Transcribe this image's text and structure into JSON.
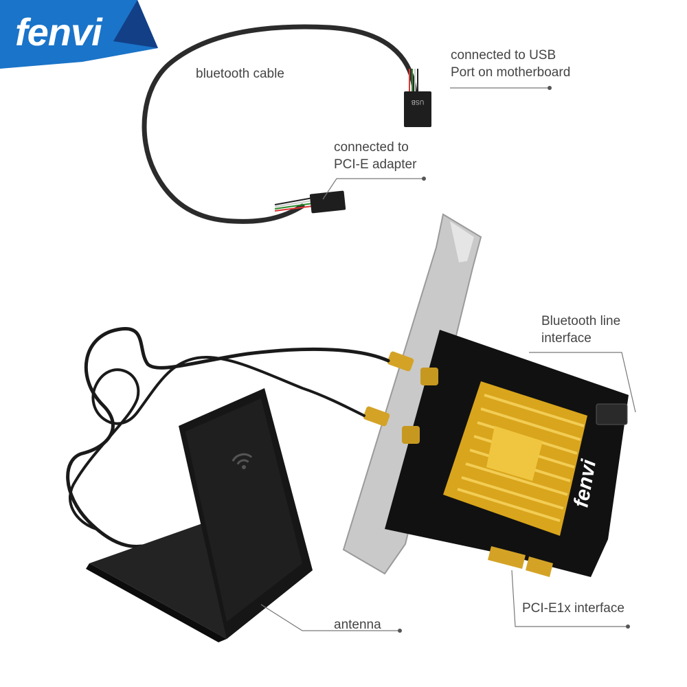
{
  "brand": {
    "logo_text": "fenvi",
    "logo_color": "#1a74c9",
    "logo_accent": "#123f86"
  },
  "callouts": {
    "bluetooth_cable": "bluetooth cable",
    "usb_port": [
      "connected to USB",
      "Port on motherboard"
    ],
    "pcie_adapter": [
      "connected to",
      "PCI-E adapter"
    ],
    "bluetooth_line": [
      "Bluetooth line",
      "interface"
    ],
    "antenna": "antenna",
    "pcie_interface": "PCI-E1x interface"
  },
  "parts": {
    "usb_header_text": "USB",
    "card_brand_text": "fenvi"
  },
  "colors": {
    "heatsink": "#e6b322",
    "pcb": "#111111",
    "gold_contacts": "#d4a326",
    "bracket": "#c9c9c9",
    "antenna_base": "#1b1b1b"
  }
}
